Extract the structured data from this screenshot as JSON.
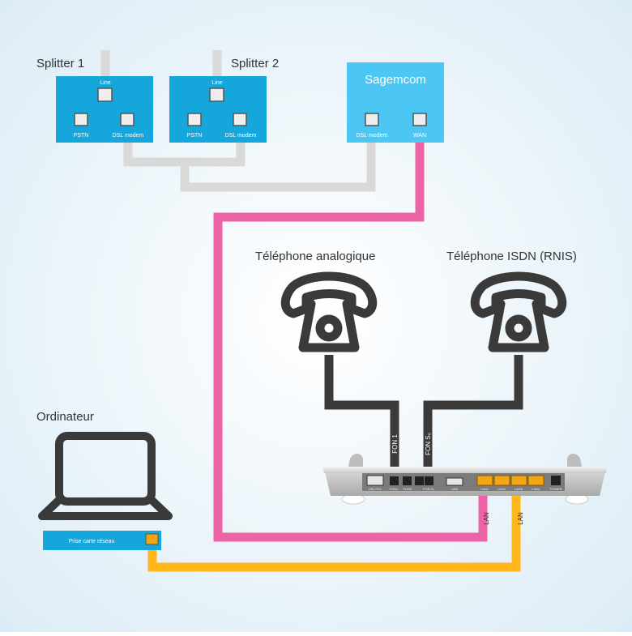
{
  "splitters": [
    {
      "title": "Splitter 1",
      "line_label": "Line",
      "pstn_label": "PSTN",
      "dsl_label": "DSL modem"
    },
    {
      "title": "Splitter 2",
      "line_label": "Line",
      "pstn_label": "PSTN",
      "dsl_label": "DSL modem"
    }
  ],
  "sagemcom": {
    "title": "Sagemcom",
    "dsl_label": "DSL modem",
    "wan_label": "WAN"
  },
  "phones": [
    {
      "title": "Téléphone analogique",
      "cable_label": "FON 1"
    },
    {
      "title": "Téléphone ISDN (RNIS)",
      "cable_label": "FON S₀"
    }
  ],
  "computer": {
    "title": "Ordinateur",
    "nic_label": "Prise carte réseau"
  },
  "router": {
    "port_labels": [
      "DSL/TEL",
      "FON1",
      "FON2",
      "FON S₀",
      "USB",
      "LAN1",
      "LAN2",
      "LAN3",
      "LAN4",
      "POWER"
    ]
  },
  "cables": {
    "lan_label_1": "LAN",
    "lan_label_2": "LAN"
  },
  "colors": {
    "background": "#eef6fb",
    "box_blue": "#15a6dc",
    "box_light_blue": "#4cc6f2",
    "cable_grey": "#d9d9d9",
    "cable_pink": "#ec64a6",
    "cable_yellow": "#ffb71b",
    "cable_dark": "#3a3a3a",
    "lan_port": "#f2a516"
  }
}
